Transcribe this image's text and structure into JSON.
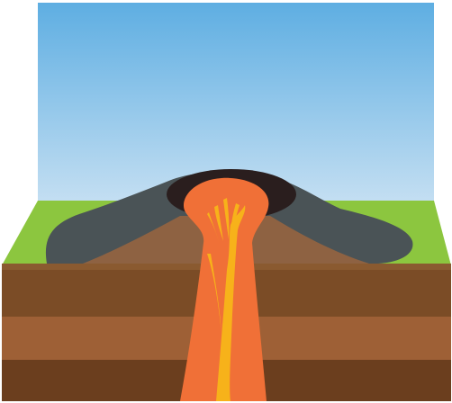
{
  "diagram": {
    "type": "volcano-cross-section",
    "colors": {
      "sky_top": "#5eaee2",
      "sky_bottom": "#e4eef7",
      "grass": "#8cc63f",
      "lava_flow": "#4a5356",
      "cone": "#8e6242",
      "crater_rim": "#2a1e1e",
      "magma": "#f07037",
      "magma_highlight": "#f7b21a",
      "strata_top": "#8a5a30",
      "strata_band_1": "#7b4c26",
      "strata_band_2": "#9e6036",
      "strata_band_3": "#6b3e1e",
      "page_background": "#ffffff"
    },
    "layers": [
      {
        "name": "sky"
      },
      {
        "name": "grass-surface"
      },
      {
        "name": "lava-flow"
      },
      {
        "name": "volcanic-cone"
      },
      {
        "name": "crater"
      },
      {
        "name": "magma-conduit"
      },
      {
        "name": "rock-stratum-1"
      },
      {
        "name": "rock-stratum-2"
      },
      {
        "name": "rock-stratum-3"
      }
    ]
  }
}
